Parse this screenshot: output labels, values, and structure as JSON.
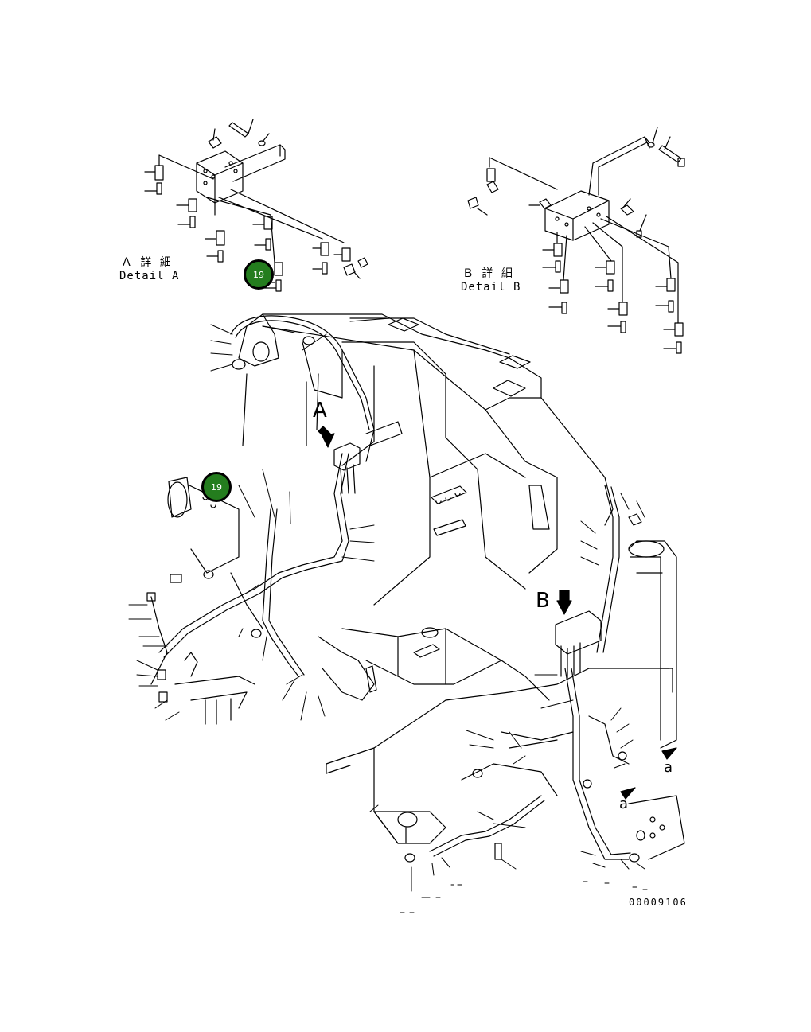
{
  "detail_a": {
    "jp": "Ａ 詳 細",
    "en": "Detail A"
  },
  "detail_b": {
    "jp": "Ｂ 詳 細",
    "en": "Detail B"
  },
  "view_markers": {
    "a_big": "A",
    "b_big": "B",
    "a_small_1": "a",
    "a_small_2": "a"
  },
  "callouts": [
    {
      "number": "19"
    },
    {
      "number": "19"
    }
  ],
  "drawing_number": "00009106",
  "colors": {
    "line": "#000000",
    "callout_fill": "#247d1e",
    "callout_text": "#ffffff"
  }
}
